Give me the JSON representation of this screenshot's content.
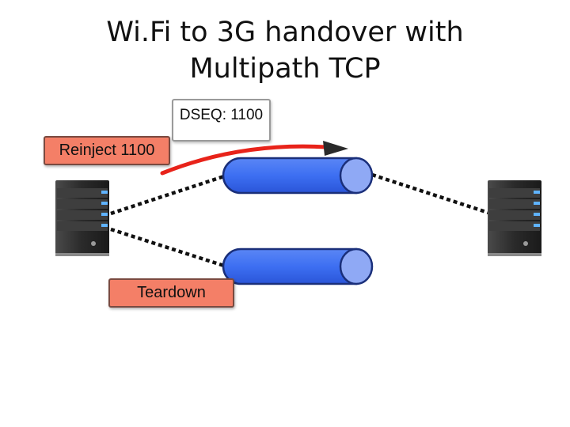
{
  "title": {
    "line1": "Wi.Fi to 3G handover with",
    "line2": "Multipath TCP"
  },
  "labels": {
    "dseq": "DSEQ: 1100",
    "reinject": "Reinject 1100",
    "teardown": "Teardown"
  },
  "colors": {
    "pipe_fill": "#3d6ff2",
    "pipe_end": "#8fa9f5",
    "arrow": "#e8231a",
    "label_fill": "#f47f67",
    "server_body": "#2c2c2c"
  },
  "icons": {
    "left_server": "server-icon",
    "right_server": "server-icon"
  }
}
